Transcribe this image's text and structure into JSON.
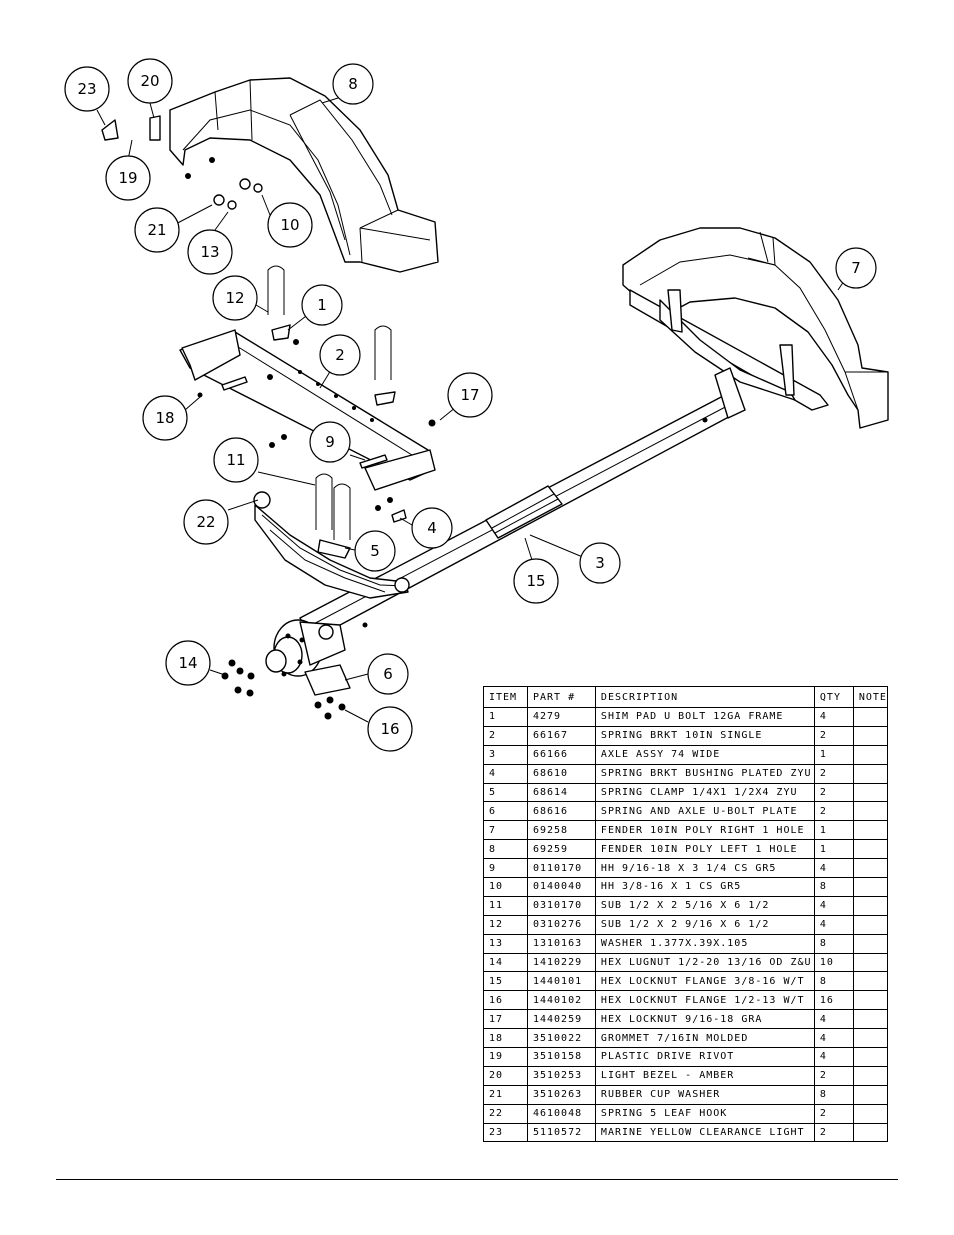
{
  "callouts": [
    {
      "label": "23"
    },
    {
      "label": "20"
    },
    {
      "label": "8"
    },
    {
      "label": "19"
    },
    {
      "label": "21"
    },
    {
      "label": "13"
    },
    {
      "label": "10"
    },
    {
      "label": "7"
    },
    {
      "label": "12"
    },
    {
      "label": "1"
    },
    {
      "label": "2"
    },
    {
      "label": "18"
    },
    {
      "label": "17"
    },
    {
      "label": "9"
    },
    {
      "label": "11"
    },
    {
      "label": "22"
    },
    {
      "label": "5"
    },
    {
      "label": "4"
    },
    {
      "label": "3"
    },
    {
      "label": "15"
    },
    {
      "label": "14"
    },
    {
      "label": "6"
    },
    {
      "label": "16"
    }
  ],
  "table": {
    "headers": {
      "item": "ITEM",
      "part": "PART #",
      "description": "DESCRIPTION",
      "qty": "QTY",
      "note": "NOTE"
    },
    "rows": [
      {
        "item": "1",
        "part": "4279",
        "description": "SHIM PAD   U BOLT 12GA FRAME",
        "qty": "4",
        "note": ""
      },
      {
        "item": "2",
        "part": "66167",
        "description": "SPRING BRKT  10IN SINGLE",
        "qty": "2",
        "note": ""
      },
      {
        "item": "3",
        "part": "66166",
        "description": "AXLE ASSY 74 WIDE",
        "qty": "1",
        "note": ""
      },
      {
        "item": "4",
        "part": "68610",
        "description": "SPRING BRKT BUSHING PLATED ZYU",
        "qty": "2",
        "note": ""
      },
      {
        "item": "5",
        "part": "68614",
        "description": "SPRING CLAMP   1/4X1 1/2X4  ZYU",
        "qty": "2",
        "note": ""
      },
      {
        "item": "6",
        "part": "68616",
        "description": "SPRING AND AXLE U-BOLT PLATE",
        "qty": "2",
        "note": ""
      },
      {
        "item": "7",
        "part": "69258",
        "description": "FENDER  10IN POLY RIGHT 1 HOLE",
        "qty": "1",
        "note": ""
      },
      {
        "item": "8",
        "part": "69259",
        "description": "FENDER  10IN POLY LEFT 1 HOLE",
        "qty": "1",
        "note": ""
      },
      {
        "item": "9",
        "part": "0110170",
        "description": "HH 9/16-18 X 3 1/4 CS GR5",
        "qty": "4",
        "note": ""
      },
      {
        "item": "10",
        "part": "0140040",
        "description": "HH 3/8-16 X 1 CS GR5",
        "qty": "8",
        "note": ""
      },
      {
        "item": "11",
        "part": "0310170",
        "description": "SUB 1/2 X 2 5/16 X 6 1/2",
        "qty": "4",
        "note": ""
      },
      {
        "item": "12",
        "part": "0310276",
        "description": "SUB 1/2 X 2 9/16 X 6 1/2",
        "qty": "4",
        "note": ""
      },
      {
        "item": "13",
        "part": "1310163",
        "description": "WASHER 1.377X.39X.105",
        "qty": "8",
        "note": ""
      },
      {
        "item": "14",
        "part": "1410229",
        "description": "HEX LUGNUT 1/2-20 13/16 OD Z&U",
        "qty": "10",
        "note": ""
      },
      {
        "item": "15",
        "part": "1440101",
        "description": "HEX LOCKNUT FLANGE 3/8-16 W/T",
        "qty": "8",
        "note": ""
      },
      {
        "item": "16",
        "part": "1440102",
        "description": "HEX LOCKNUT FLANGE 1/2-13 W/T",
        "qty": "16",
        "note": ""
      },
      {
        "item": "17",
        "part": "1440259",
        "description": "HEX LOCKNUT 9/16-18 GRA",
        "qty": "4",
        "note": ""
      },
      {
        "item": "18",
        "part": "3510022",
        "description": "GROMMET  7/16IN MOLDED",
        "qty": "4",
        "note": ""
      },
      {
        "item": "19",
        "part": "3510158",
        "description": "PLASTIC DRIVE RIVOT",
        "qty": "4",
        "note": ""
      },
      {
        "item": "20",
        "part": "3510253",
        "description": "LIGHT BEZEL - AMBER",
        "qty": "2",
        "note": ""
      },
      {
        "item": "21",
        "part": "3510263",
        "description": "RUBBER CUP WASHER",
        "qty": "8",
        "note": ""
      },
      {
        "item": "22",
        "part": "4610048",
        "description": "SPRING  5 LEAF HOOK",
        "qty": "2",
        "note": ""
      },
      {
        "item": "23",
        "part": "5110572",
        "description": "MARINE YELLOW CLEARANCE LIGHT",
        "qty": "2",
        "note": ""
      }
    ]
  }
}
